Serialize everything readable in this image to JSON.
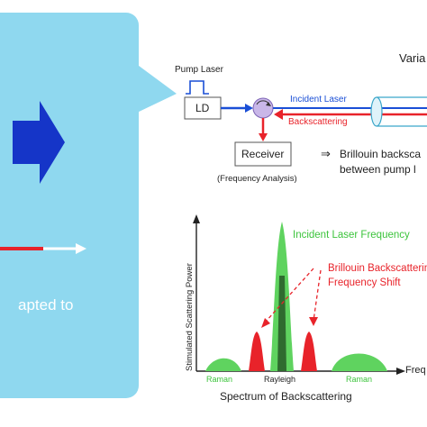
{
  "left_panel": {
    "text": "apted to",
    "color": "#8fd8ef",
    "arrow_color": "#1535c8"
  },
  "setup": {
    "top_right_text": "Varia",
    "pump_laser_label": "Pump Laser",
    "ld_label": "LD",
    "incident_laser_label": "Incident Laser",
    "backscattering_label": "Backscattering",
    "receiver_label": "Receiver",
    "frequency_analysis_label": "(Frequency Analysis)",
    "note_arrow": "⇒",
    "note_line1": "Brillouin backsca",
    "note_line2": "between pump l",
    "incident_color": "#1a4fd6",
    "backscatter_color": "#e8232a"
  },
  "spectrum": {
    "ylabel": "Stimulated Scattering Power",
    "xlabel": "Freq",
    "caption": "Spectrum of Backscattering",
    "incident_label": "Incident Laser Frequency",
    "brillouin_line1": "Brillouin Backscatterin",
    "brillouin_line2": "Frequency Shift",
    "raman_left": "Raman",
    "rayleigh": "Rayleigh",
    "raman_right": "Raman",
    "green_color": "#5fd35f",
    "red_color": "#e8232a"
  }
}
